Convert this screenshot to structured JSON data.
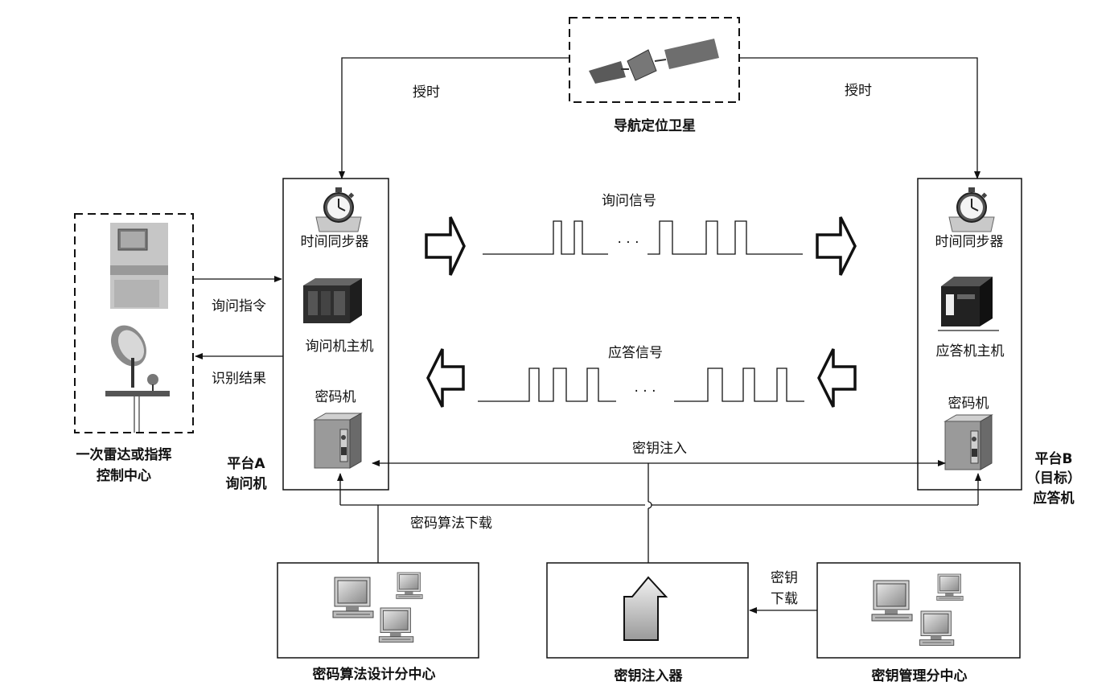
{
  "satellite": {
    "label": "导航定位卫星",
    "timing_left": "授时",
    "timing_right": "授时"
  },
  "command_center": {
    "line1": "一次雷达或指挥",
    "line2": "控制中心"
  },
  "links": {
    "query_command": "询问指令",
    "identify_result": "识别结果"
  },
  "platform_a": {
    "time_sync": "时间同步器",
    "host": "询问机主机",
    "crypto": "密码机",
    "label_line1": "平台A",
    "label_line2": "询问机"
  },
  "platform_b": {
    "time_sync": "时间同步器",
    "host": "应答机主机",
    "crypto": "密码机",
    "label_line1": "平台B",
    "label_line2": "（目标）",
    "label_line3": "应答机"
  },
  "signals": {
    "query": "询问信号",
    "reply": "应答信号",
    "ellipsis": "· · ·"
  },
  "key_injection_label": "密钥注入",
  "algorithm_download_label": "密码算法下载",
  "centers": {
    "algorithm_design": "密码算法设计分中心",
    "key_injector": "密钥注入器",
    "key_management": "密钥管理分中心",
    "key_download_line1": "密钥",
    "key_download_line2": "下载"
  },
  "colors": {
    "line": "#111111",
    "device_dark": "#333333",
    "device_light": "#bdbdbd"
  }
}
